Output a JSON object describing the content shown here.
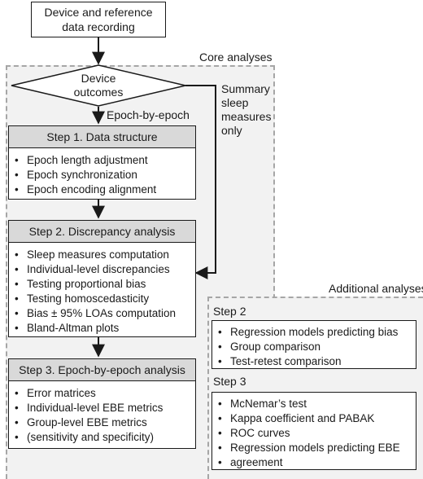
{
  "start_box": {
    "line1": "Device and reference",
    "line2": "data recording"
  },
  "core_panel": {
    "title": "Core analyses"
  },
  "decision": {
    "line1": "Device",
    "line2": "outcomes"
  },
  "edge_labels": {
    "epoch": "Epoch-by-epoch",
    "summary": [
      "Summary",
      "sleep",
      "measures",
      "only"
    ]
  },
  "step1": {
    "title": "Step 1. Data structure",
    "items": [
      "Epoch length adjustment",
      "Epoch synchronization",
      "Epoch encoding alignment"
    ]
  },
  "step2": {
    "title": "Step 2. Discrepancy analysis",
    "items": [
      "Sleep measures computation",
      "Individual-level discrepancies",
      "Testing proportional bias",
      "Testing homoscedasticity",
      "Bias ± 95% LOAs computation",
      "Bland-Altman plots"
    ]
  },
  "step3": {
    "title": "Step 3. Epoch-by-epoch analysis",
    "items": [
      "Error matrices",
      "Individual-level EBE metrics",
      "Group-level EBE metrics",
      "(sensitivity and specificity)"
    ]
  },
  "additional": {
    "title": "Additional analyses",
    "step2_label": "Step 2",
    "step2_items": [
      "Regression models predicting bias",
      "Group comparison",
      "Test-retest comparison"
    ],
    "step3_label": "Step 3",
    "step3_items": [
      "McNemar’s test",
      "Kappa coefficient and PABAK",
      "ROC curves",
      "Regression models predicting EBE",
      "agreement"
    ]
  }
}
